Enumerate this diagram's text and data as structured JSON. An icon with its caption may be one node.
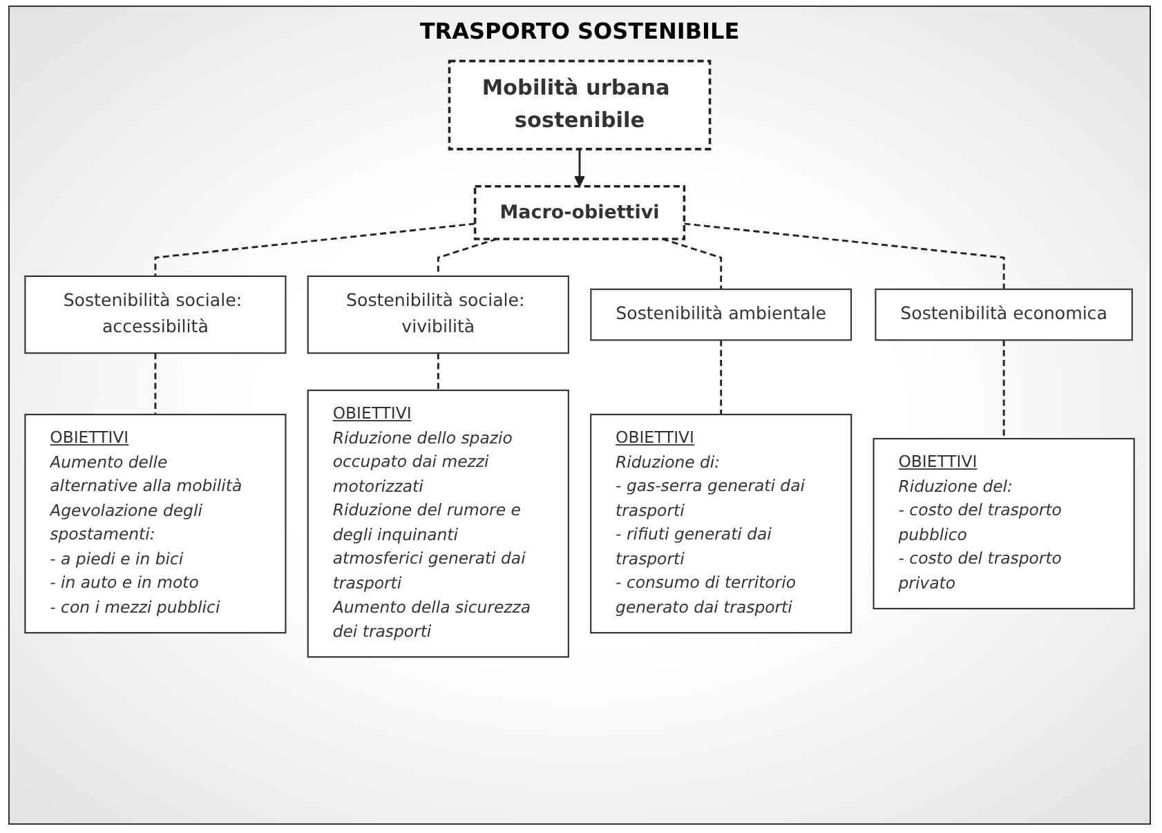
{
  "diagram": {
    "title": "TRASPORTO SOSTENIBILE",
    "nodes": [
      {
        "text": [
          "Mobilità urbana sostenibile"
        ]
      },
      {
        "text": [
          "Macro-obiettivi"
        ]
      },
      {
        "text": [
          "Sostenibilità sociale: accessibilità"
        ]
      },
      {
        "text": [
          "Sostenibilità sociale: vivibilità"
        ]
      },
      {
        "text": [
          "Sostenibilità ambientale"
        ]
      },
      {
        "text": [
          "Sostenibilità economica"
        ]
      },
      {
        "text": [
          "OBIETTIVI",
          "Aumento delle alternative alla mobilità",
          "Agevolazione degli spostamenti:",
          "- a piedi e in bici",
          "- in auto e in moto",
          "- con i mezzi pubblici"
        ]
      },
      {
        "text": [
          "OBIETTIVI",
          "Riduzione dello spazio occupato dai mezzi motorizzati",
          "Riduzione del rumore e degli inquinanti atmosferici generati dai trasporti",
          "Aumento della sicurezza dei trasporti"
        ]
      },
      {
        "text": [
          "OBIETTIVI",
          "Riduzione di:",
          "- gas-serra generati dai trasporti",
          "- rifiuti generati dai trasporti",
          "- consumo di territorio generato dai trasporti"
        ]
      },
      {
        "text": [
          "OBIETTIVI",
          "Riduzione del:",
          "- costo del trasporto pubblico",
          "- costo del trasporto privato"
        ]
      }
    ],
    "edges": [
      {
        "from": 0,
        "to": 1,
        "arrow": "to"
      },
      {
        "from": 1,
        "to": 2,
        "arrow": "none",
        "style": "dashed"
      },
      {
        "from": 1,
        "to": 3,
        "arrow": "none",
        "style": "dashed"
      },
      {
        "from": 1,
        "to": 4,
        "arrow": "none",
        "style": "dashed"
      },
      {
        "from": 1,
        "to": 5,
        "arrow": "none",
        "style": "dashed"
      },
      {
        "from": 2,
        "to": 6,
        "arrow": "none",
        "style": "dashed"
      },
      {
        "from": 3,
        "to": 7,
        "arrow": "none",
        "style": "dashed"
      },
      {
        "from": 4,
        "to": 8,
        "arrow": "none",
        "style": "dashed"
      },
      {
        "from": 5,
        "to": 9,
        "arrow": "none",
        "style": "dashed"
      }
    ]
  }
}
